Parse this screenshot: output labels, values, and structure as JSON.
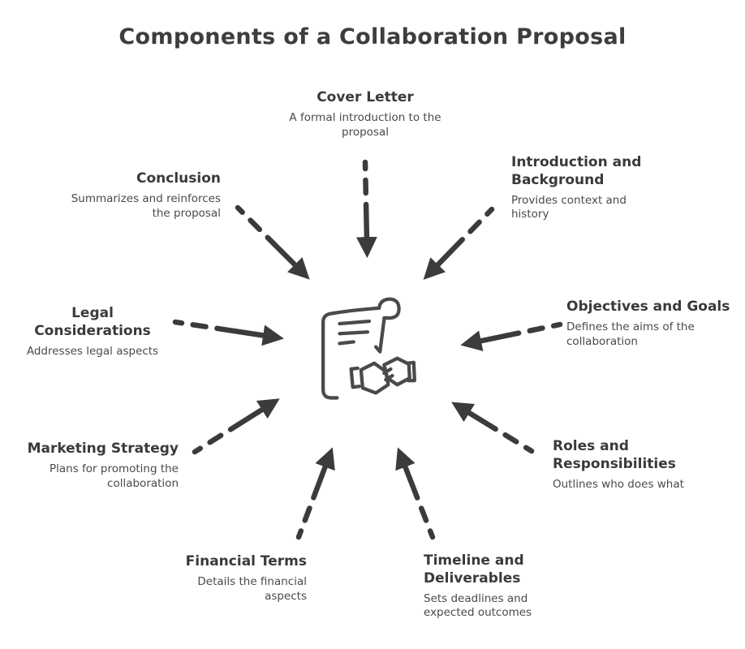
{
  "title": "Components of a Collaboration Proposal",
  "center": {
    "icon": "proposal-document-handshake-icon"
  },
  "components": [
    {
      "id": "cover-letter",
      "label": "Cover Letter",
      "description": "A formal introduction to the proposal"
    },
    {
      "id": "introduction-background",
      "label": "Introduction and Background",
      "description": "Provides context and history"
    },
    {
      "id": "objectives-goals",
      "label": "Objectives and Goals",
      "description": "Defines the aims of the collaboration"
    },
    {
      "id": "roles-responsibilities",
      "label": "Roles and Responsibilities",
      "description": "Outlines who does what"
    },
    {
      "id": "timeline-deliverables",
      "label": "Timeline and Deliverables",
      "description": "Sets deadlines and expected outcomes"
    },
    {
      "id": "financial-terms",
      "label": "Financial Terms",
      "description": "Details the financial aspects"
    },
    {
      "id": "marketing-strategy",
      "label": "Marketing Strategy",
      "description": "Plans for promoting the collaboration"
    },
    {
      "id": "legal-considerations",
      "label": "Legal Considerations",
      "description": "Addresses legal aspects"
    },
    {
      "id": "conclusion",
      "label": "Conclusion",
      "description": "Summarizes and reinforces the proposal"
    }
  ],
  "colors": {
    "background": "#ffffff",
    "heading_text": "#3a3a3a",
    "body_text": "#4a4a4a",
    "arrow": "#3b3b3b",
    "title_text": "#3d3d3d"
  }
}
